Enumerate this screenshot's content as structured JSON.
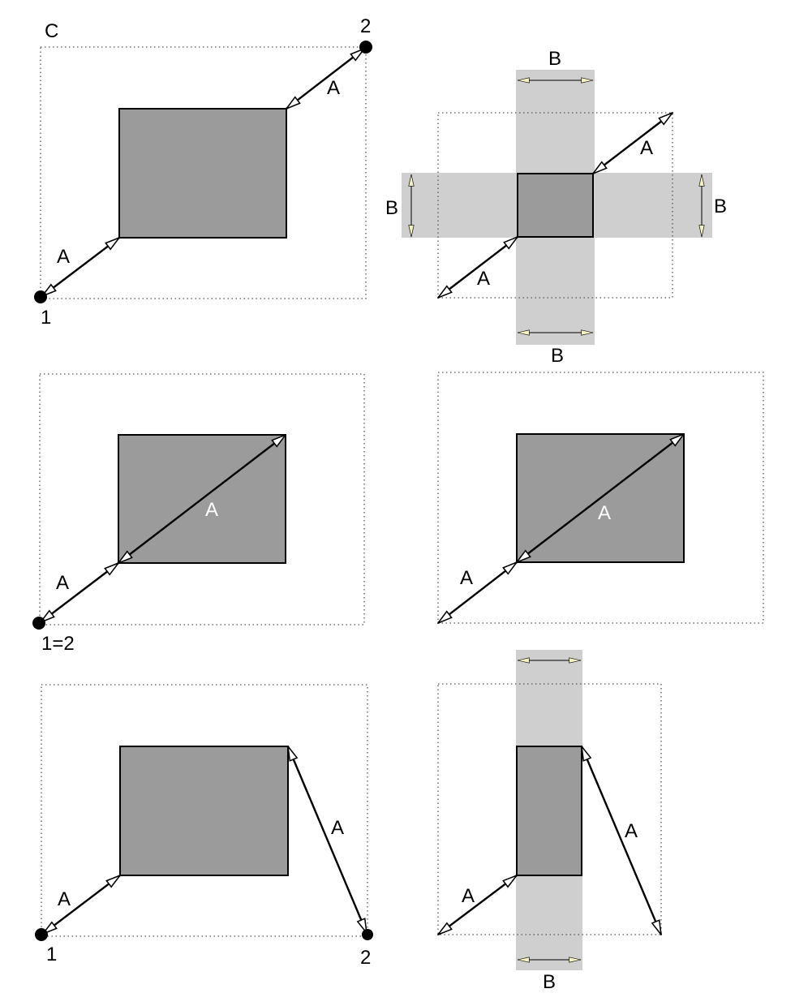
{
  "labels": {
    "c": "C",
    "a": "A",
    "b": "B",
    "p1": "1",
    "p2": "2",
    "p12": "1=2"
  },
  "colors": {
    "box": "#9b9b9b",
    "band": "#cfcfcf"
  }
}
